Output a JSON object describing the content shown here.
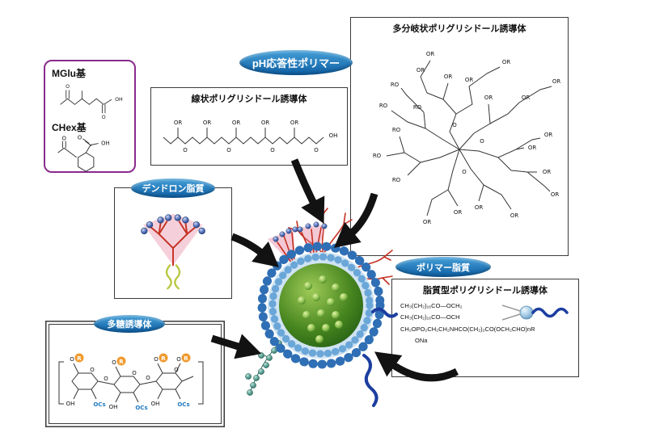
{
  "figure": {
    "badges": {
      "ph_responsive": "pH応答性ポリマー",
      "dendron_lipid": "デンドロン脂質",
      "polysaccharide": "多糖誘導体",
      "polymer_lipid": "ポリマー脂質"
    },
    "functional_group_box": {
      "mglu": "MGlu基",
      "chex": "CHex基"
    },
    "linear_box": {
      "title": "線状ポリグリシドール誘導体"
    },
    "hyperbranched_box": {
      "title": "多分岐状ポリグリシドール誘導体"
    },
    "lipid_box": {
      "title": "脂質型ポリグリシドール誘導体",
      "formula_line1": "CH₃(CH₂)₁₆CO—OCH₂",
      "formula_line2": "CH₃(CH₂)₁₆CO—OCH",
      "formula_line3": "CH₂OPO₂CH₂CH₂NHCO(CH₂)₂CO(OCH₂CHO)nR",
      "formula_counterion": "ONa"
    },
    "chem_labels": {
      "or": "OR",
      "ro": "RO",
      "o": "O",
      "oh": "OH",
      "r": "R",
      "ocs": "OCs"
    }
  },
  "colors": {
    "badge_top": "#46a0d8",
    "badge_bottom": "#0d5fa4",
    "purple": "#8a2b8f",
    "arrow": "#121212",
    "ring_outer": "#2f6fb5",
    "ring_inner": "#6aa6d8",
    "ring_band": "#cfe3f2",
    "core_green": "#47851f",
    "red_polymer": "#c43122",
    "teal": "#57a093",
    "navy": "#1c3ea0",
    "orange": "#f09a2e",
    "blue_text": "#1e7ac2"
  }
}
